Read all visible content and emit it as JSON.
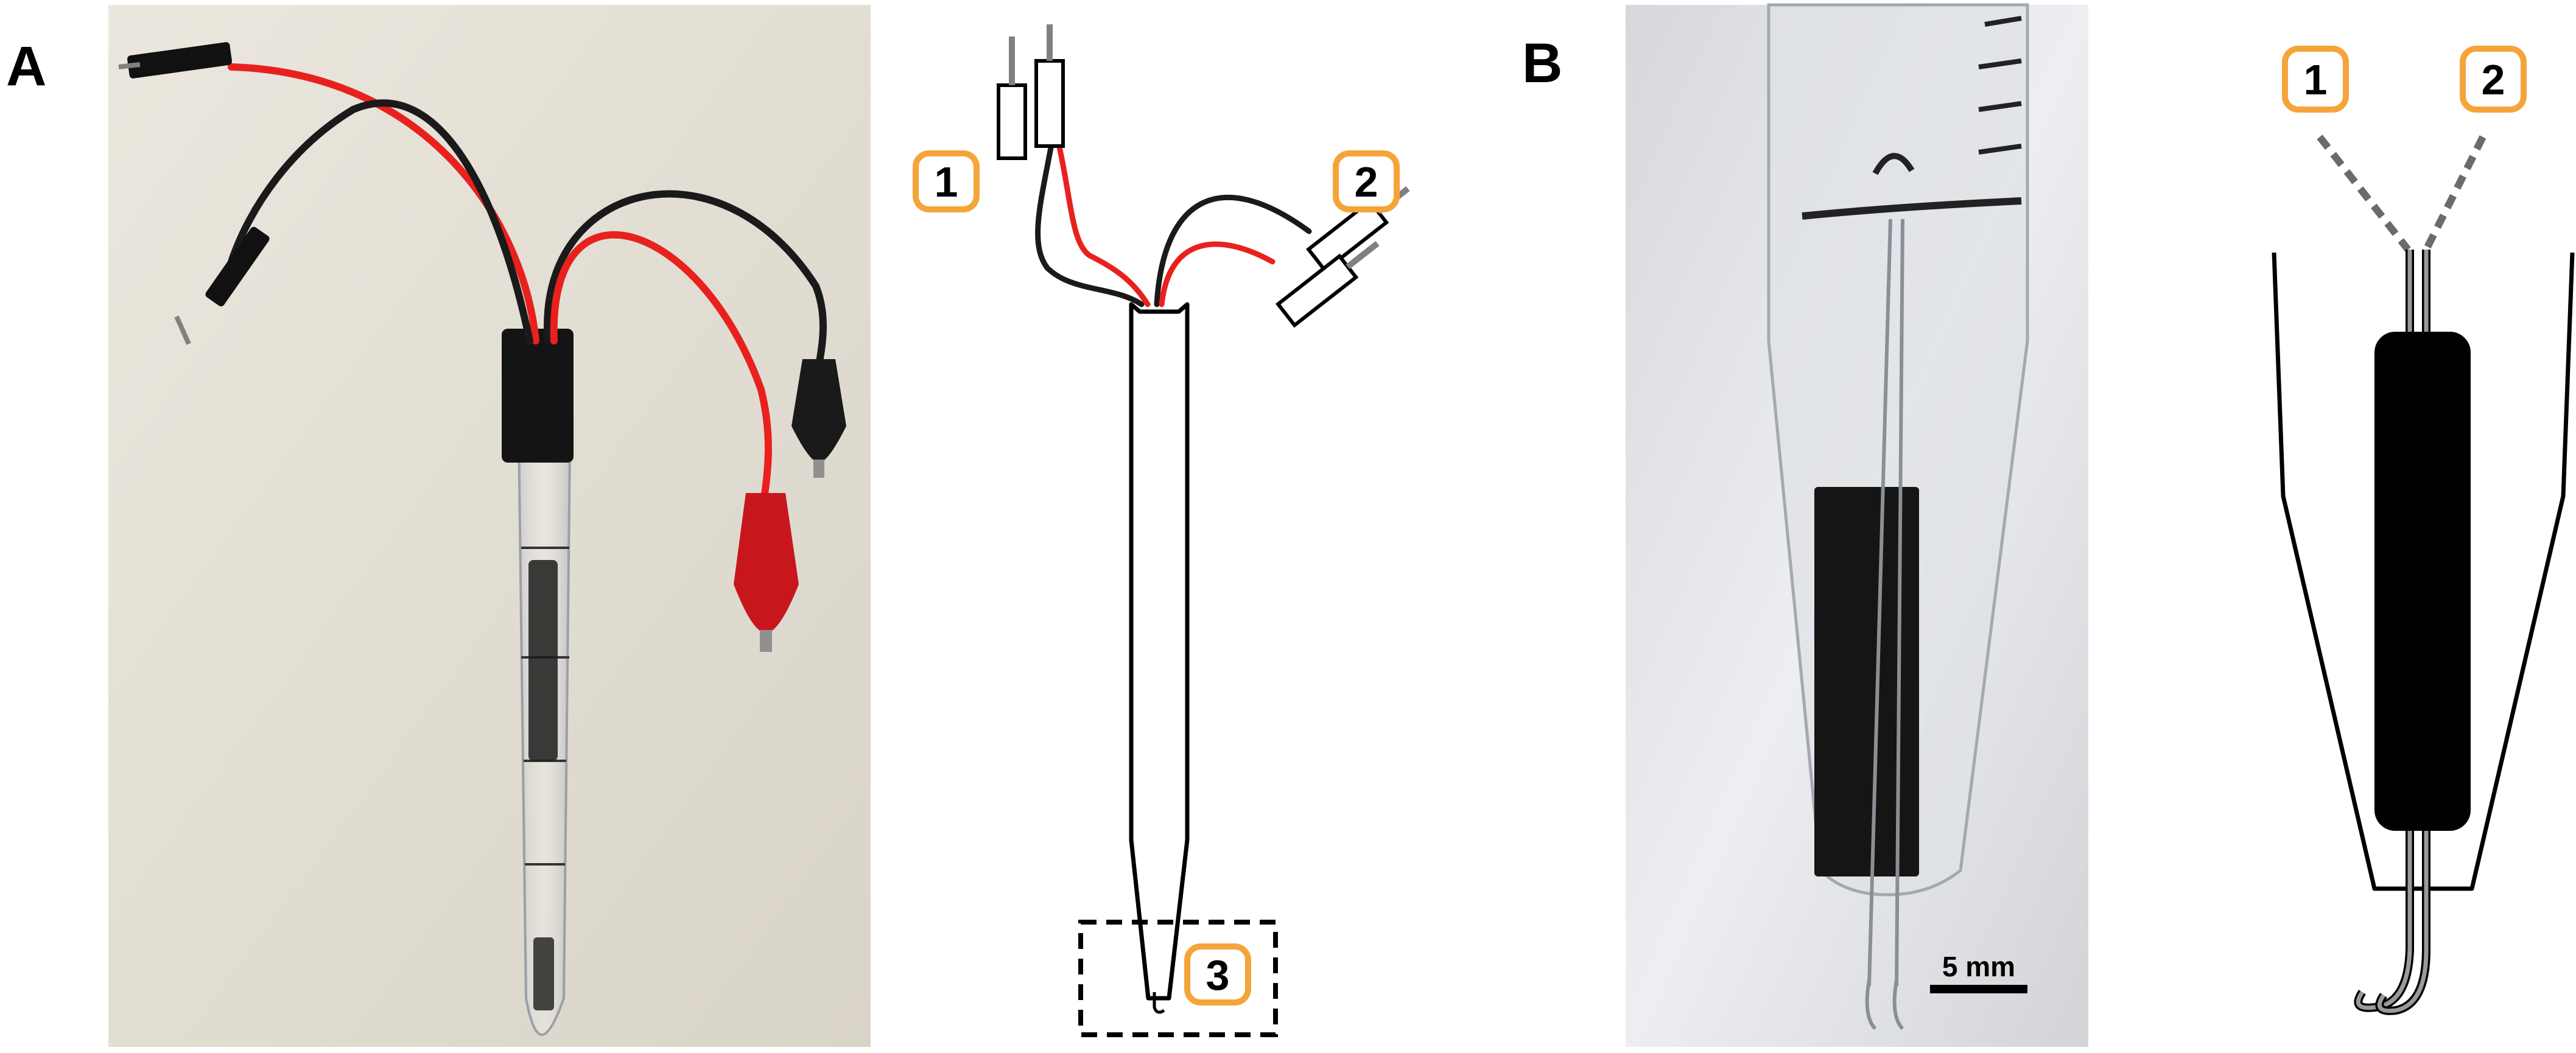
{
  "panels": {
    "a_label": "A",
    "b_label": "B"
  },
  "callouts": {
    "a1": "1",
    "a2": "2",
    "a3": "3",
    "b1": "1",
    "b2": "2"
  },
  "scale_bar": {
    "label": "5 mm"
  },
  "colors": {
    "callout_border": "#f5a43a",
    "red_wire": "#e8211e",
    "black_wire": "#1a1a1a",
    "pin": "#808080",
    "photo_a_bg": "#e6e1d7",
    "photo_b_bg": "#e8e9ec"
  }
}
